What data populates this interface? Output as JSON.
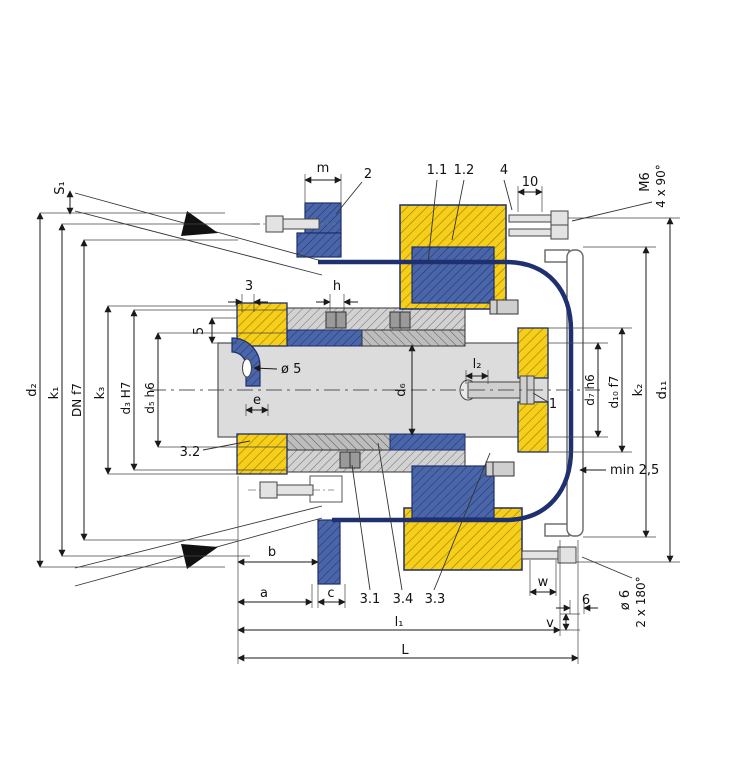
{
  "diagram": {
    "type": "technical-cross-section",
    "subject": "mechanical seal / coupling assembly drawing",
    "colors": {
      "part_yellow": "#f6cf1b",
      "part_blue": "#4a66a8",
      "bellows_navy": "#1e3070",
      "part_gray": "#d2d2d2",
      "line": "#1a1a1a"
    }
  },
  "labels": {
    "s1": "S₁",
    "d2": "d₂",
    "k1": "k₁",
    "dn": "DN f7",
    "k3": "k₃",
    "d3": "d₃ H7",
    "d5": "d₅ h6",
    "m": "m",
    "p2": "2",
    "n3": "3",
    "h": "h",
    "n5": "5",
    "p11": "1.1",
    "p12": "1.2",
    "p4": "4",
    "n10": "10",
    "m6": "M6",
    "m6_angle": "4 x 90°",
    "dia5": "ø 5",
    "e": "e",
    "d6": "d₆",
    "l2": "l₂",
    "p1": "1",
    "d7": "d₇ h6",
    "d10": "d₁₀ f7",
    "k2": "k₂",
    "d11": "d₁₁",
    "min25": "min 2,5",
    "p32": "3.2",
    "b": "b",
    "a": "a",
    "c": "c",
    "p31": "3.1",
    "p34": "3.4",
    "p33": "3.3",
    "l1": "l₁",
    "L": "L",
    "w": "w",
    "n6": "6",
    "v": "v",
    "dia6": "ø 6",
    "dia6_angle": "2 x 180°"
  }
}
